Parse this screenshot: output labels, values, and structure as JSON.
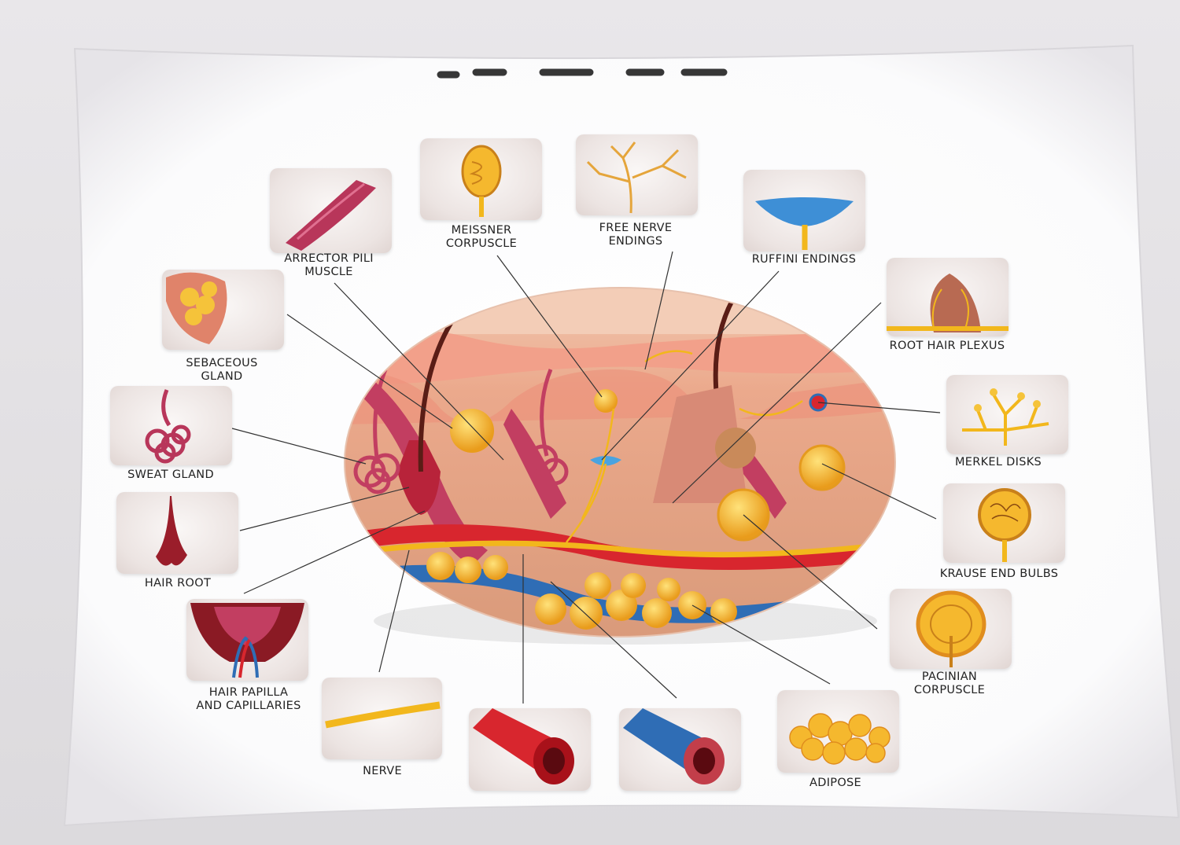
{
  "labels": {
    "arrector_pili": [
      "ARRECTOR PILI",
      "MUSCLE"
    ],
    "meissner": [
      "MEISSNER",
      "CORPUSCLE"
    ],
    "free_nerve": [
      "FREE NERVE",
      "ENDINGS"
    ],
    "ruffini": [
      "RUFFINI ENDINGS"
    ],
    "root_hair_plexus": [
      "ROOT HAIR PLEXUS"
    ],
    "sebaceous": [
      "SEBACEOUS",
      "GLAND"
    ],
    "sweat_gland": [
      "SWEAT GLAND"
    ],
    "merkel": [
      "MERKEL DISKS"
    ],
    "hair_root": [
      "HAIR ROOT"
    ],
    "krause": [
      "KRAUSE END BULBS"
    ],
    "hair_papilla": [
      "HAIR PAPILLA",
      "AND CAPILLARIES"
    ],
    "pacinian": [
      "PACINIAN",
      "CORPUSCLE"
    ],
    "nerve": [
      "NERVE"
    ],
    "adipose": [
      "ADIPOSE"
    ]
  },
  "colors": {
    "skin": "#e8a98a",
    "fat": "#f5b82e",
    "artery": "#d8262e",
    "vein": "#2f6db5",
    "nerve": "#f2b71c",
    "muscle": "#b8365a"
  },
  "icons": [
    "muscle-icon",
    "corpuscle-icon",
    "nerve-ending-icon",
    "ruffini-icon",
    "hair-plexus-icon",
    "gland-icon",
    "sweat-gland-icon",
    "merkel-icon",
    "hair-root-icon",
    "krause-icon",
    "papilla-icon",
    "pacinian-icon",
    "nerve-fiber-icon",
    "artery-icon",
    "vein-icon",
    "fat-cells-icon"
  ]
}
